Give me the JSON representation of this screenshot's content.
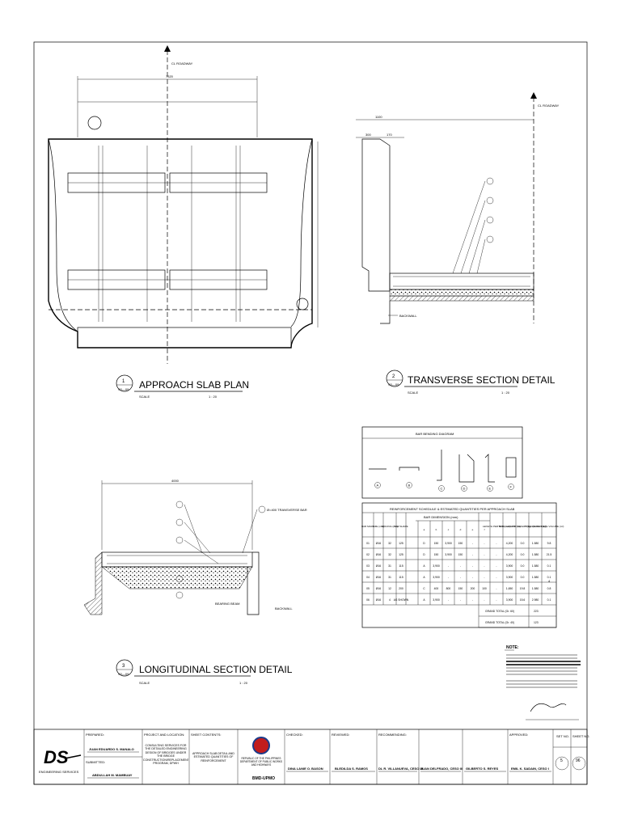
{
  "drawings": {
    "plan": {
      "number": "1",
      "sheet_ref": "S0—09",
      "title": "APPROACH SLAB PLAN",
      "scale_label": "SCALE",
      "scale": "1 : 20",
      "centerline": "CL ROADWAY",
      "dim_total": "7320"
    },
    "transverse": {
      "number": "2",
      "sheet_ref": "S0—09",
      "title": "TRANSVERSE SECTION DETAIL",
      "scale_label": "SCALE",
      "scale": "1 : 20",
      "centerline": "CL ROADWAY",
      "dim_a": "1100",
      "dim_b": "300",
      "dim_c": "170",
      "backwall": "BACKWALL"
    },
    "longitudinal": {
      "number": "3",
      "sheet_ref": "S0—09",
      "title": "LONGITUDINAL SECTION DETAIL",
      "scale_label": "SCALE",
      "scale": "1 : 20",
      "dim_total": "4000",
      "transverse_bar": "Ø=400 TRANSVERSE BAR",
      "beam": "BEARING BEAM",
      "backwall": "BACKWALL"
    }
  },
  "bar_bending": {
    "title": "BAR BENDING DIAGRAM",
    "shapes": [
      "A",
      "B",
      "C",
      "D",
      "E",
      "F"
    ]
  },
  "schedule": {
    "title": "REINFORCEMENT SCHEDULE & ESTIMATED QUANTITIES PER APPROACH SLAB",
    "headers": [
      "BAR MARK",
      "SIZE (mm)",
      "SPACING (mm)",
      "BAR SHAPE",
      "a",
      "b",
      "c",
      "d",
      "e",
      "f",
      "LENGTH PER BAR (mm)",
      "TOTAL LENGTH (m)",
      "UNIT WEIGHT (kg/m)",
      "TOTAL WEIGHT (kg)",
      "CONCRETE VOLUME (m³)"
    ],
    "dim_group": "BAR DIMENSION (mm)",
    "rows": [
      [
        "01",
        "Ø16",
        "32",
        "125",
        "D",
        "150",
        "3,900",
        "150",
        "-",
        "-",
        "-",
        "4,200",
        "0.0",
        "1.580",
        "9.8"
      ],
      [
        "02",
        "Ø16",
        "32",
        "125",
        "D",
        "150",
        "3,900",
        "150",
        "-",
        "-",
        "-",
        "4,200",
        "0.0",
        "1.580",
        "21.5"
      ],
      [
        "03",
        "Ø16",
        "31",
        "115",
        "A",
        "3,900",
        "-",
        "-",
        "-",
        "-",
        "-",
        "3,900",
        "0.0",
        "1.580",
        "0.1"
      ],
      [
        "04",
        "Ø16",
        "31",
        "115",
        "A",
        "3,900",
        "-",
        "-",
        "-",
        "-",
        "-",
        "3,900",
        "0.0",
        "1.580",
        "0.1"
      ],
      [
        "05",
        "Ø16",
        "12",
        "200",
        "C",
        "400",
        "800",
        "150",
        "200",
        "100",
        "-",
        "1,650",
        "19.8",
        "1.580",
        "0.8"
      ],
      [
        "06",
        "Ø16",
        "4",
        "AS SHOWN",
        "A",
        "3,900",
        "-",
        "-",
        "-",
        "-",
        "-",
        "3,900",
        "15.6",
        "2.980",
        "0.1"
      ]
    ],
    "concrete_volume": "4",
    "totals": [
      [
        "GRAND TOTAL (Gr. 60)",
        "223"
      ],
      [
        "GRAND TOTAL (Gr. 40)",
        "123"
      ]
    ]
  },
  "notes": {
    "title": "NOTE:"
  },
  "title_block": {
    "firm": "DS",
    "firm_sub": "ENGINEERING SERVICES",
    "prepared_label": "PREPARED:",
    "prepared_name": "JUAN EDUARDO S. MANALO",
    "submitted_label": "SUBMITTED:",
    "submitted_name": "ABDULLAH M. MAMBUAY",
    "project_label": "PROJECT AND LOCATION:",
    "project_desc": "CONSULTING SERVICES FOR THE DETAILED ENGINEERING DESIGN OF BRIDGES UNDER THE BRIDGE CONSTRUCTION/REPLACEMENT PROGRAM, DPWH",
    "contents_label": "SHEET CONTENTS:",
    "contents": "APPROACH SLAB DETAIL AND ESTIMATED QUANTITIES OF REINFORCEMENT",
    "agency": "REPUBLIC OF THE PHILIPPINES DEPARTMENT OF PUBLIC WORKS AND HIGHWAYS",
    "agency_unit": "BMD-UPMO",
    "checked_label": "CHECKED:",
    "checked_name": "DINA LANIE O. BASON",
    "reviewed_label": "REVIEWED:",
    "reviewed_name": "BLEDILDA S. RAMOS",
    "recommending_label": "RECOMMENDING:",
    "recommending_names": [
      "DL R. VILLANUEVA, CESO III",
      "JUAN DELFRADO, CESO III",
      "GILBERTO S. REYES"
    ],
    "approved_label": "APPROVED:",
    "approved_name": "EMIL K. SADAIN, CESO I",
    "set_no_label": "SET NO.",
    "sheet_no_label": "SHEET NO.",
    "set_no": "5",
    "sheet_no": "96"
  }
}
